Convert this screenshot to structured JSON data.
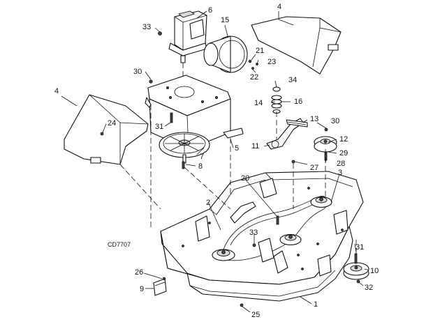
{
  "figure_code": "CD7707",
  "callouts": {
    "c1": "1",
    "c2": "2",
    "c3": "3",
    "c4a": "4",
    "c4b": "4",
    "c5": "5",
    "c6": "6",
    "c7": "7",
    "c8": "8",
    "c9": "9",
    "c10": "10",
    "c11": "11",
    "c12": "12",
    "c13": "13",
    "c14": "14",
    "c15": "15",
    "c16": "16",
    "c20": "20",
    "c21": "21",
    "c22": "22",
    "c23": "23",
    "c24": "24",
    "c25": "25",
    "c26": "26",
    "c27": "27",
    "c28": "28",
    "c29": "29",
    "c30a": "30",
    "c30b": "30",
    "c31a": "31",
    "c31b": "31",
    "c32": "32",
    "c33a": "33",
    "c33b": "33",
    "c34": "34"
  }
}
